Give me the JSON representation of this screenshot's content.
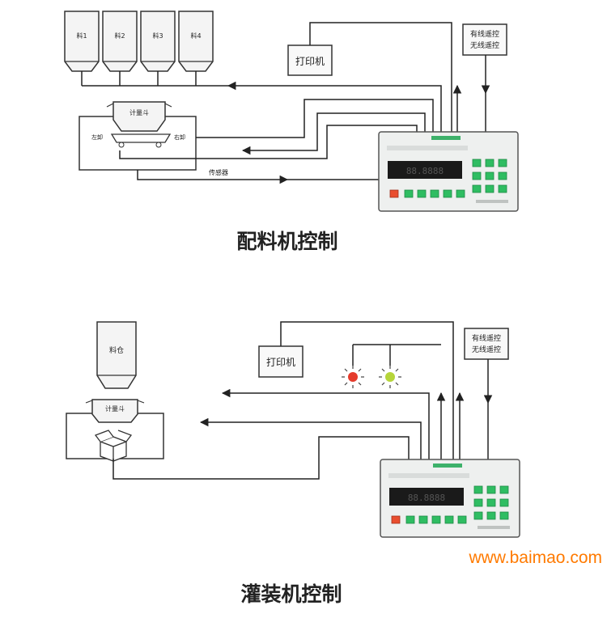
{
  "top": {
    "hoppers": [
      "料1",
      "料2",
      "料3",
      "料4"
    ],
    "printer": "打印机",
    "remote_wired": "有线遥控",
    "remote_wireless": "无线遥控",
    "weigh_hopper": "计量斗",
    "left_unload": "左卸",
    "right_unload": "右卸",
    "sensor": "传感器",
    "caption": "配料机控制"
  },
  "bottom": {
    "silo": "料仓",
    "weigh_hopper": "计量斗",
    "printer": "打印机",
    "remote_wired": "有线遥控",
    "remote_wireless": "无线遥控",
    "caption": "灌装机控制",
    "lamp_colors": [
      "#e53b2c",
      "#b6d53a"
    ]
  },
  "controller": {
    "display_text": "88.8888"
  },
  "watermark": "www.baimao.com"
}
